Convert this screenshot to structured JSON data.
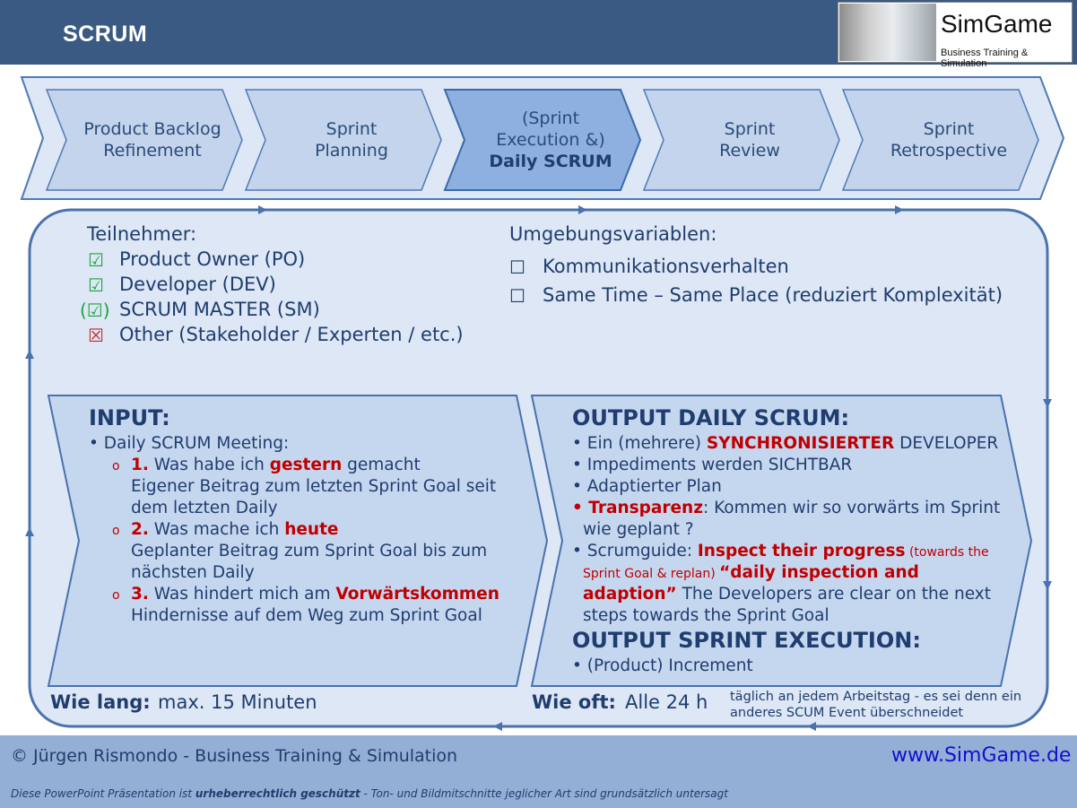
{
  "header": {
    "title": "SCRUM"
  },
  "logo": {
    "name": "SimGame",
    "subtitle": "Business Training & Simulation"
  },
  "flow": {
    "phases": [
      {
        "line1": "Product Backlog",
        "line2": "Refinement",
        "line3": ""
      },
      {
        "line1": "Sprint",
        "line2": "Planning",
        "line3": ""
      },
      {
        "line1": "(Sprint",
        "line2": "Execution &)",
        "line3": "Daily SCRUM"
      },
      {
        "line1": "Sprint",
        "line2": "Review",
        "line3": ""
      },
      {
        "line1": "Sprint",
        "line2": "Retrospective",
        "line3": ""
      }
    ]
  },
  "participants": {
    "title": "Teilnehmer:",
    "items": [
      {
        "mark": "☑",
        "label": "Product Owner (PO)"
      },
      {
        "mark": "☑",
        "label": "Developer (DEV)"
      },
      {
        "mark": "(☑)",
        "label": "SCRUM MASTER (SM)"
      },
      {
        "mark": "☒",
        "label": "Other (Stakeholder / Experten / etc.)"
      }
    ]
  },
  "environment": {
    "title": "Umgebungsvariablen:",
    "items": [
      {
        "mark": "☐",
        "label": "Kommunikationsverhalten"
      },
      {
        "mark": "☐",
        "label": "Same Time – Same Place (reduziert Komplexität)"
      }
    ]
  },
  "input": {
    "title": "INPUT:",
    "bullet": "• Daily SCRUM Meeting:",
    "questions": [
      {
        "mark": "o",
        "num": "1.",
        "pre": " Was habe ich ",
        "key": "gestern",
        "post": " gemacht",
        "sub1": "Eigener Beitrag zum letzten Sprint Goal seit",
        "sub2": "dem letzten Daily"
      },
      {
        "mark": "o",
        "num": "2.",
        "pre": " Was mache ich ",
        "key": "heute",
        "post": "",
        "sub1": "Geplanter Beitrag zum Sprint Goal bis zum",
        "sub2": "nächsten Daily"
      },
      {
        "mark": "o",
        "num": "3.",
        "pre": " Was hindert mich am ",
        "key": "Vorwärtskommen",
        "post": "",
        "sub1": "Hindernisse auf dem Weg zum Sprint Goal",
        "sub2": ""
      }
    ]
  },
  "output": {
    "title": "OUTPUT DAILY SCRUM:",
    "b1_pre": "• Ein (mehrere) ",
    "b1_key": "SYNCHRONISIERTER",
    "b1_post": " DEVELOPER",
    "b2": "• Impediments werden SICHTBAR",
    "b3": "• Adaptierter Plan",
    "b4_dot": "• ",
    "b4_key": "Transparenz",
    "b4_post": ": Kommen wir so vorwärts im Sprint",
    "b4_line2": "wie geplant ?",
    "b5_pre": "• Scrumguide:  ",
    "b5_key": "Inspect their progress",
    "b5_small": " (towards the",
    "b5_small2": "Sprint Goal & replan) ",
    "b5_quote1": "“daily inspection and",
    "b5_quote2": "adaption”",
    "b5_post": " The Developers are clear on the next",
    "b5_line4": "steps towards the Sprint Goal",
    "title2": "OUTPUT SPRINT EXECUTION:",
    "b6": "• (Product) Increment"
  },
  "duration": {
    "label": "Wie lang:",
    "value": "max. 15 Minuten"
  },
  "frequency": {
    "label": "Wie oft:",
    "value": "Alle 24 h",
    "note": "täglich an jedem Arbeitstag - es sei denn ein anderes SCUM Event überschneidet"
  },
  "footer": {
    "copyright": "© Jürgen Rismondo - Business Training & Simulation",
    "url": "www.SimGame.de",
    "notice_pre": "Diese PowerPoint Präsentation ist ",
    "notice_key": "urheberrechtlich geschützt",
    "notice_post": " - Ton- und Bildmitschnitte jeglicher Art sind grundsätzlich untersagt"
  },
  "colors": {
    "header": "#3a5a84",
    "footer": "#93afd6",
    "phase_fill": "#c3d4ec",
    "phase_active": "#8eb0e0",
    "highlight_red": "#c00000",
    "check_green": "#1aa33a"
  }
}
